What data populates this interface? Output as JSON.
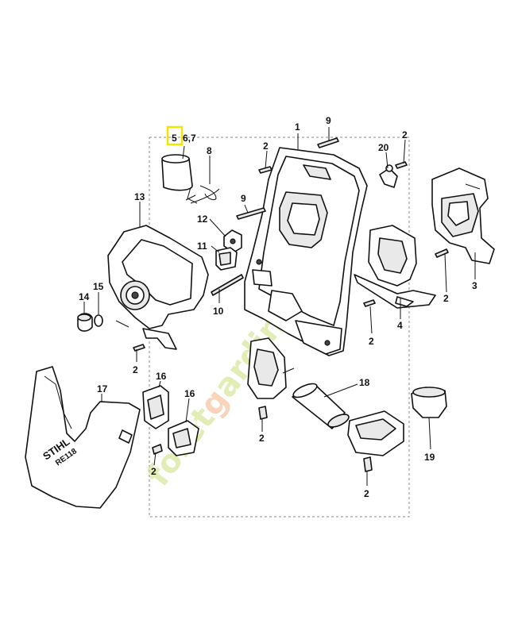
{
  "callouts": {
    "c1": "1",
    "c2": "2",
    "c3": "3",
    "c4": "4",
    "c5": "5",
    "c67": "6,7",
    "c8": "8",
    "c9": "9",
    "c10": "10",
    "c11": "11",
    "c12": "12",
    "c13": "13",
    "c14": "14",
    "c15": "15",
    "c16": "16",
    "c17": "17",
    "c18": "18",
    "c19": "19",
    "c20": "20"
  },
  "brand": {
    "name": "STIHL",
    "model": "RE118"
  },
  "watermark": {
    "text": "foretgardin.com"
  },
  "colors": {
    "highlight": "#f2e600",
    "watermark_green": "#c9e07a",
    "watermark_orange": "#f4b183"
  }
}
